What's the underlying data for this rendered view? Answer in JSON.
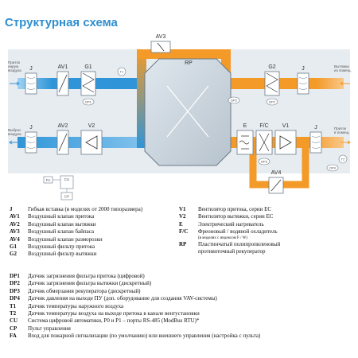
{
  "title": "Структурная схема",
  "diagram": {
    "inlet_label": "Приток наруж. воздуха",
    "inlet_lines": [
      "Приток",
      "наруж.",
      "воздуха"
    ],
    "exhaust_out_label": "Выброс воздуха",
    "exhaust_out_lines": [
      "Выброс",
      "воздуха"
    ],
    "extract_in_label": "Вытяжка из помещ.",
    "extract_in_lines": [
      "Вытяжка",
      "из помещ."
    ],
    "supply_out_label": "Приток в помещ.",
    "supply_out_lines": [
      "Приток",
      "в помещ."
    ],
    "components": {
      "j": "J",
      "av1": "AV1",
      "g1": "G1",
      "av2": "AV2",
      "v2": "V2",
      "av3": "AV3",
      "rp": "RP",
      "g2": "G2",
      "e": "E",
      "fc": "F/C",
      "v1": "V1",
      "av4": "AV4",
      "fa": "FA",
      "cu": "CU",
      "cp": "CP"
    },
    "sensors": {
      "dp1": "DP1",
      "dp2": "DP2",
      "dp3": "DP3",
      "dp4": "DP4",
      "t1": "T1",
      "t2": "T2"
    },
    "colors": {
      "supply_cold": "#2f95d8",
      "supply_cold_light": "#8cc8ef",
      "exhaust_warm": "#f39a28",
      "exhaust_warm_light": "#f9c88a",
      "title_blue": "#2f8fd0"
    }
  },
  "legend_left": [
    {
      "code": "J",
      "desc": "Гибкая вставка (в моделях от 2000 типоразмера)"
    },
    {
      "code": "AV1",
      "desc": "Воздушный клапан притока"
    },
    {
      "code": "AV2",
      "desc": "Воздушный клапан вытяжки"
    },
    {
      "code": "AV3",
      "desc": "Воздушный клапан байпаса"
    },
    {
      "code": "AV4",
      "desc": "Воздушный клапан разморозки"
    },
    {
      "code": "G1",
      "desc": "Воздушный фильтр притока"
    },
    {
      "code": "G2",
      "desc": "Воздушный фильтр вытяжки"
    }
  ],
  "legend_right": [
    {
      "code": "V1",
      "desc": "Вентилятор притока, серии ЕС"
    },
    {
      "code": "V2",
      "desc": "Вентилятор вытяжки, серии ЕС"
    },
    {
      "code": "E",
      "desc": "Электрический нагреватель"
    },
    {
      "code": "F/C",
      "desc": "Фреоновый / водяной охладитель",
      "note": "(в моделях с индексом F / W)"
    },
    {
      "code": "RP",
      "desc": "Пластинчатый полипропиленовый",
      "desc2": "противоточный рекуператор"
    }
  ],
  "legend_bottom": [
    {
      "code": "DP1",
      "desc": "Датчик загрязнения фильтра притока (цифровой)"
    },
    {
      "code": "DP2",
      "desc": "Датчик загрязнения фильтра вытяжки (дискретный)"
    },
    {
      "code": "DP3",
      "desc": "Датчик обмерзания рекуператора (дискретный)"
    },
    {
      "code": "DP4",
      "desc": "Датчик давления на выходе ПУ (доп. оборудование для создания VAV-системы)"
    },
    {
      "code": "T1",
      "desc": "Датчик температуры наружного воздуха"
    },
    {
      "code": "T2",
      "desc": "Датчик температуры воздуха на выходе притока в канале вентустановки"
    },
    {
      "code": "CU",
      "desc": "Система цифровой автоматики, P0 и P1 – порты RS-485 (ModBus RTU)*"
    },
    {
      "code": "CP",
      "desc": "Пульт управления"
    },
    {
      "code": "FA",
      "desc": "Вход для пожарной сигнализации (по умолчанию) или внешнего управления (настройка с пульта)"
    }
  ]
}
